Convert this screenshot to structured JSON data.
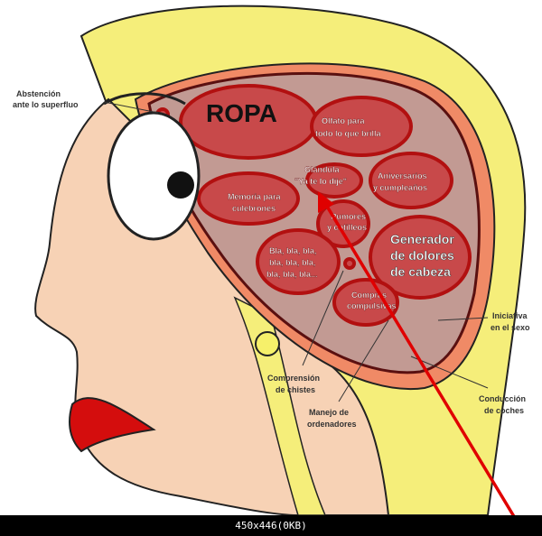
{
  "image": {
    "big_label": "ROPA",
    "inner_labels": {
      "olfato": [
        "Olfato para",
        "todo lo que brilla"
      ],
      "glandula": [
        "Glándula",
        "\"Ya te lo dije\""
      ],
      "aniversarios": [
        "Aniversarios",
        "y cumpleaños"
      ],
      "memoria": [
        "Memoria para",
        "culebrones"
      ],
      "rumores": [
        "Rumores",
        "y cotilleos"
      ],
      "generador": [
        "Generador",
        "de dolores",
        "de cabeza"
      ],
      "bla": [
        "Bla, bla, bla,",
        "bla, bla, bla,",
        "bla, bla, bla..."
      ],
      "compras": [
        "Compras",
        "compulsivas"
      ]
    },
    "outer_labels": {
      "abstencion": [
        "Abstención",
        "ante lo superfluo"
      ],
      "iniciativa": [
        "Iniciativa",
        "en el sexo"
      ],
      "comprension": [
        "Comprensión",
        "de chistes"
      ],
      "manejo": [
        "Manejo de",
        "ordenadores"
      ],
      "conduccion": [
        "Conducción",
        "de coches"
      ]
    },
    "colors": {
      "hair": "#f5ee7a",
      "skin": "#f7d2b5",
      "brain": "#c8494a",
      "arrow": "#e00000",
      "lips": "#d40d0d"
    }
  },
  "status": {
    "text": "450x446(0KB)"
  }
}
